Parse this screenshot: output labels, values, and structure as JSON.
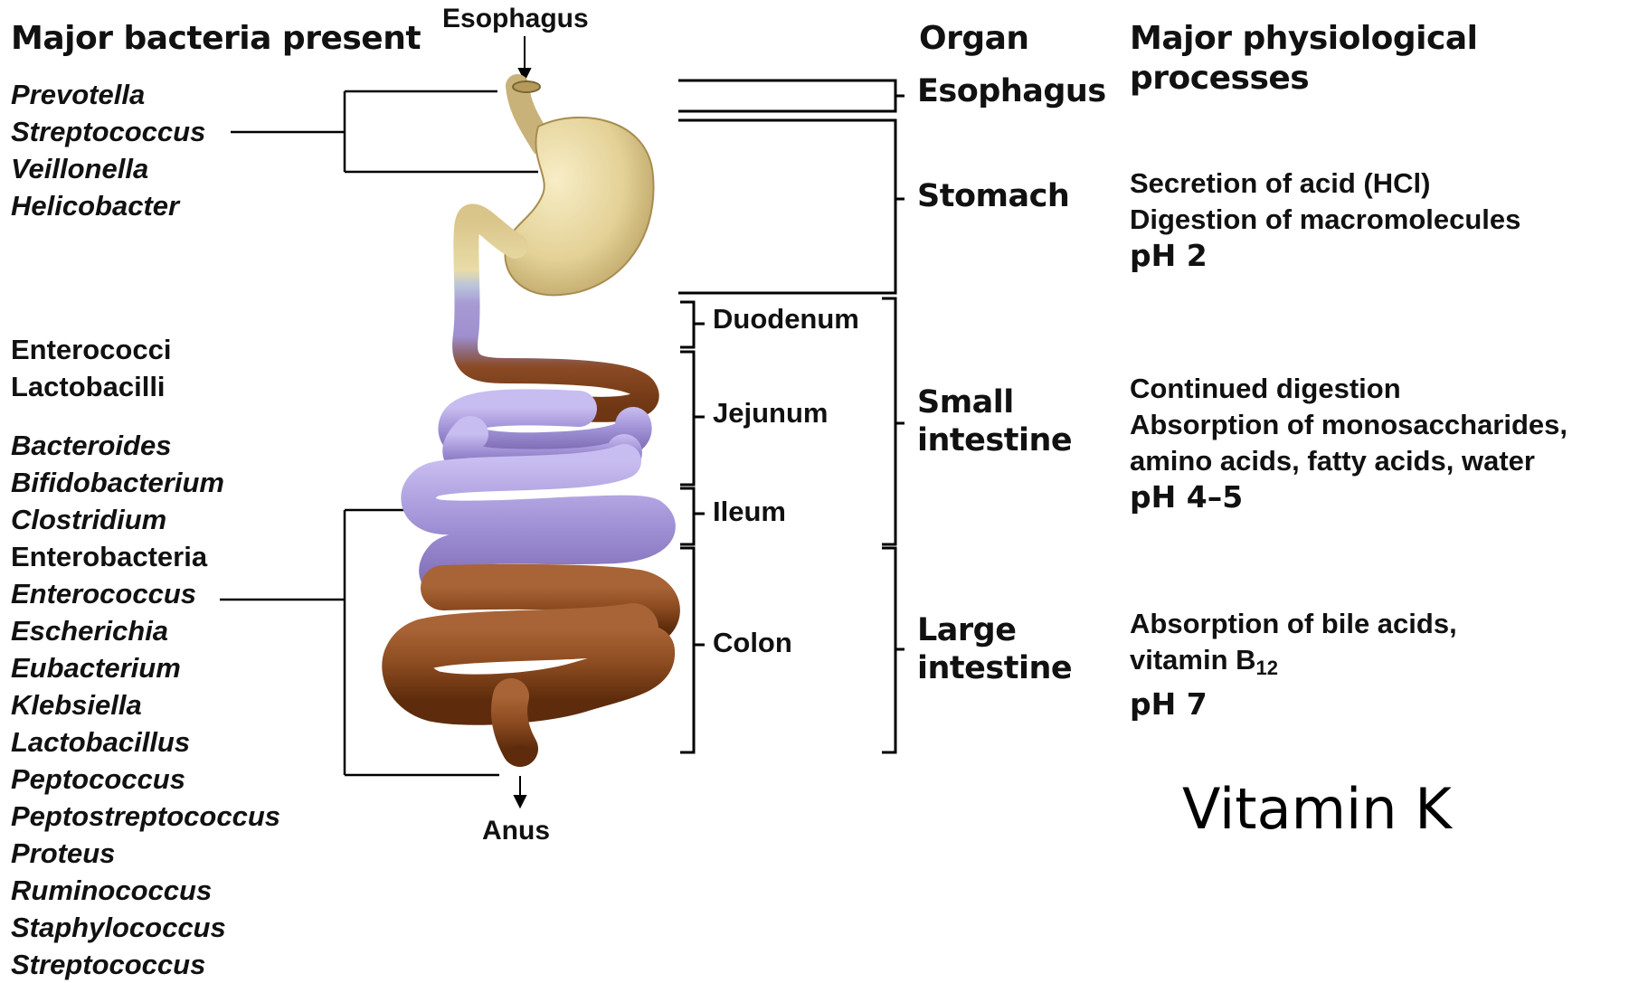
{
  "headers": {
    "bacteria": "Major bacteria present",
    "organ": "Organ",
    "processes_line1": "Major physiological",
    "processes_line2": "processes"
  },
  "labels": {
    "esophagus_top": "Esophagus",
    "anus": "Anus"
  },
  "upper_bacteria": [
    "Prevotella",
    "Streptococcus",
    "Veillonella",
    "Helicobacter"
  ],
  "lower_bacteria": [
    {
      "name": "Enterococci",
      "italic": false
    },
    {
      "name": "Lactobacilli",
      "italic": false
    },
    {
      "name": "Bacteroides",
      "italic": true
    },
    {
      "name": "Bifidobacterium",
      "italic": true
    },
    {
      "name": "Clostridium",
      "italic": true
    },
    {
      "name": "Enterobacteria",
      "italic": false
    },
    {
      "name": "Enterococcus",
      "italic": true
    },
    {
      "name": "Escherichia",
      "italic": true
    },
    {
      "name": "Eubacterium",
      "italic": true
    },
    {
      "name": "Klebsiella",
      "italic": true
    },
    {
      "name": "Lactobacillus",
      "italic": true
    },
    {
      "name": "Peptococcus",
      "italic": true
    },
    {
      "name": "Peptostreptococcus",
      "italic": true
    },
    {
      "name": "Proteus",
      "italic": true
    },
    {
      "name": "Ruminococcus",
      "italic": true
    },
    {
      "name": "Staphylococcus",
      "italic": true
    },
    {
      "name": "Streptococcus",
      "italic": true
    }
  ],
  "segments": {
    "duodenum": "Duodenum",
    "jejunum": "Jejunum",
    "ileum": "Ileum",
    "colon": "Colon"
  },
  "organs": {
    "esophagus": "Esophagus",
    "stomach": "Stomach",
    "small_intestine_1": "Small",
    "small_intestine_2": "intestine",
    "large_intestine_1": "Large",
    "large_intestine_2": "intestine"
  },
  "processes": {
    "stomach_1": "Secretion of acid (HCl)",
    "stomach_2": "Digestion of macromolecules",
    "stomach_ph": "pH 2",
    "small_1": "Continued digestion",
    "small_2": "Absorption of monosaccharides,",
    "small_3": "amino acids, fatty acids, water",
    "small_ph": "pH 4–5",
    "large_1": "Absorption of bile acids,",
    "large_2": "vitamin B",
    "large_2_sub": "12",
    "large_ph": "pH 7"
  },
  "note": "Vitamin K",
  "colors": {
    "stomach": "#e6d6a0",
    "small_intestine": "#a99bd6",
    "colon": "#8a4a1e",
    "lines": "#000000"
  }
}
